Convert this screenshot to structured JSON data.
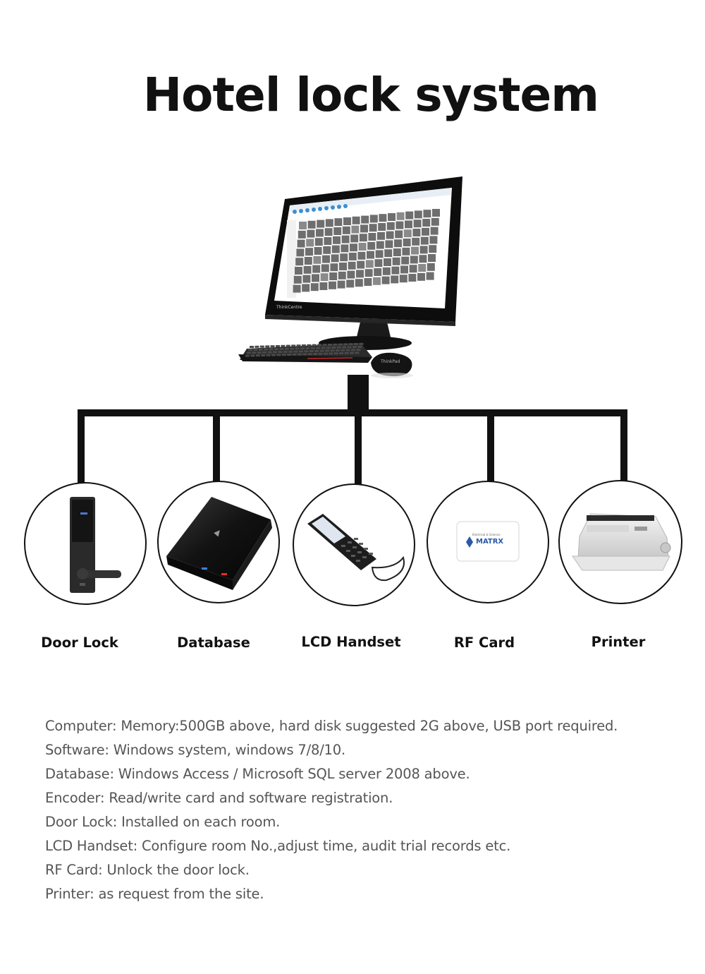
{
  "title": "Hotel lock system",
  "monitor": {
    "brand": "ThinkCentre",
    "mouse_brand": "ThinkPad"
  },
  "card": {
    "logo_small": "Electrical & Science",
    "logo_text": "MATRX"
  },
  "devices": [
    {
      "label": "Door Lock",
      "icon": "door-lock-icon"
    },
    {
      "label": "Database",
      "icon": "encoder-box-icon"
    },
    {
      "label": "LCD Handset",
      "icon": "handset-icon"
    },
    {
      "label": "RF Card",
      "icon": "rf-card-icon"
    },
    {
      "label": "Printer",
      "icon": "printer-icon"
    }
  ],
  "specs": [
    "Computer: Memory:500GB above, hard disk suggested 2G above, USB port required.",
    "Software: Windows system, windows 7/8/10.",
    "Database: Windows Access / Microsoft SQL server 2008 above.",
    "Encoder: Read/write card and software registration.",
    "Door Lock: Installed on each room.",
    "LCD Handset: Configure room  No.,adjust time, audit trial records etc.",
    "RF Card: Unlock the door lock.",
    "Printer: as request  from the site."
  ],
  "colors": {
    "line": "#111111",
    "text": "#111111",
    "spec_text": "#555555",
    "card_blue": "#2a5aa8"
  }
}
